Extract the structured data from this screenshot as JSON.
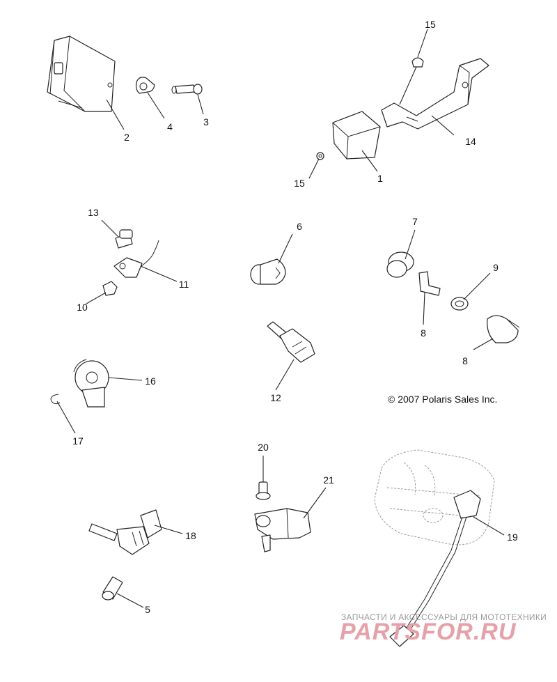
{
  "callouts": {
    "c1": "1",
    "c2": "2",
    "c3": "3",
    "c4": "4",
    "c5": "5",
    "c6": "6",
    "c7": "7",
    "c8a": "8",
    "c8b": "8",
    "c9": "9",
    "c10": "10",
    "c11": "11",
    "c12": "12",
    "c13": "13",
    "c14": "14",
    "c15a": "15",
    "c15b": "15",
    "c16": "16",
    "c17": "17",
    "c18": "18",
    "c19": "19",
    "c20": "20",
    "c21": "21"
  },
  "copyright": "© 2007 Polaris Sales Inc.",
  "watermark": {
    "tagline": "ЗАПЧАСТИ И АКСЕССУАРЫ ДЛЯ МОТОТЕХНИКИ",
    "brand": "PARTSFOR.RU"
  },
  "colors": {
    "line": "#222222",
    "watermark_text": "#9b9b9b",
    "watermark_brand": "#e8a0a8"
  }
}
